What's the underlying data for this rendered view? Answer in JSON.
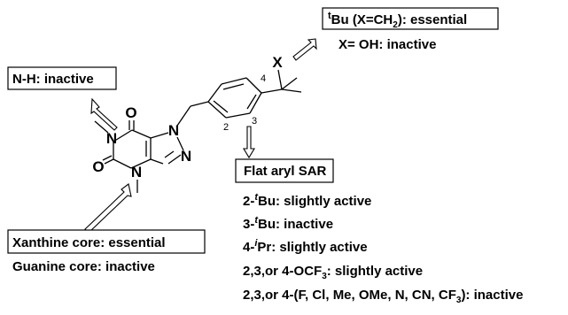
{
  "labels": {
    "tbu_box": {
      "sup": "t",
      "text": "Bu (X=CH",
      "sub": "2",
      "tail": "): essential"
    },
    "x_oh": "X= OH: inactive",
    "nh": "N-H: inactive",
    "flat_aryl": "Flat aryl SAR",
    "xanthine": "Xanthine core: essential",
    "guanine": "Guanine core: inactive",
    "sar": [
      {
        "pre": "2-",
        "sup": "t",
        "post": "Bu: slightly active"
      },
      {
        "pre": "3-",
        "sup": "t",
        "post": "Bu: inactive"
      },
      {
        "pre": "4-",
        "sup": "i",
        "post": "Pr: slightly active"
      },
      {
        "pre": "2,3,or 4-OCF",
        "sub": "3",
        "post": ": slightly active"
      },
      {
        "pre": "2,3,or 4-(F, Cl, Me, OMe, N, CN, CF",
        "sub": "3",
        "post": "): inactive"
      }
    ]
  },
  "atoms": {
    "o_top": "O",
    "o_left": "O",
    "n1": "N",
    "n3": "N",
    "n7": "N",
    "n9": "N",
    "x": "X"
  },
  "positions": {
    "p2": "2",
    "p3": "3",
    "p4": "4"
  }
}
